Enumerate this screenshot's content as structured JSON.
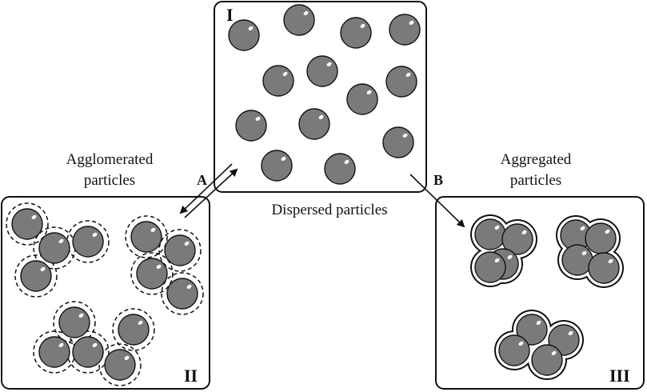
{
  "panels": {
    "dispersed": {
      "numeral": "I",
      "caption": "Dispersed particles"
    },
    "agglomerated": {
      "numeral": "II",
      "caption_line1": "Agglomerated",
      "caption_line2": "particles"
    },
    "aggregated": {
      "numeral": "III",
      "caption_line1": "Aggregated",
      "caption_line2": "particles"
    }
  },
  "arrows": {
    "a_label": "A",
    "b_label": "B"
  },
  "colors": {
    "particle_fill": "#7a7a7a",
    "particle_shadow": "#4e4a38",
    "particle_highlight": "#ffffff",
    "outline": "#111111",
    "background": "#ffffff"
  }
}
